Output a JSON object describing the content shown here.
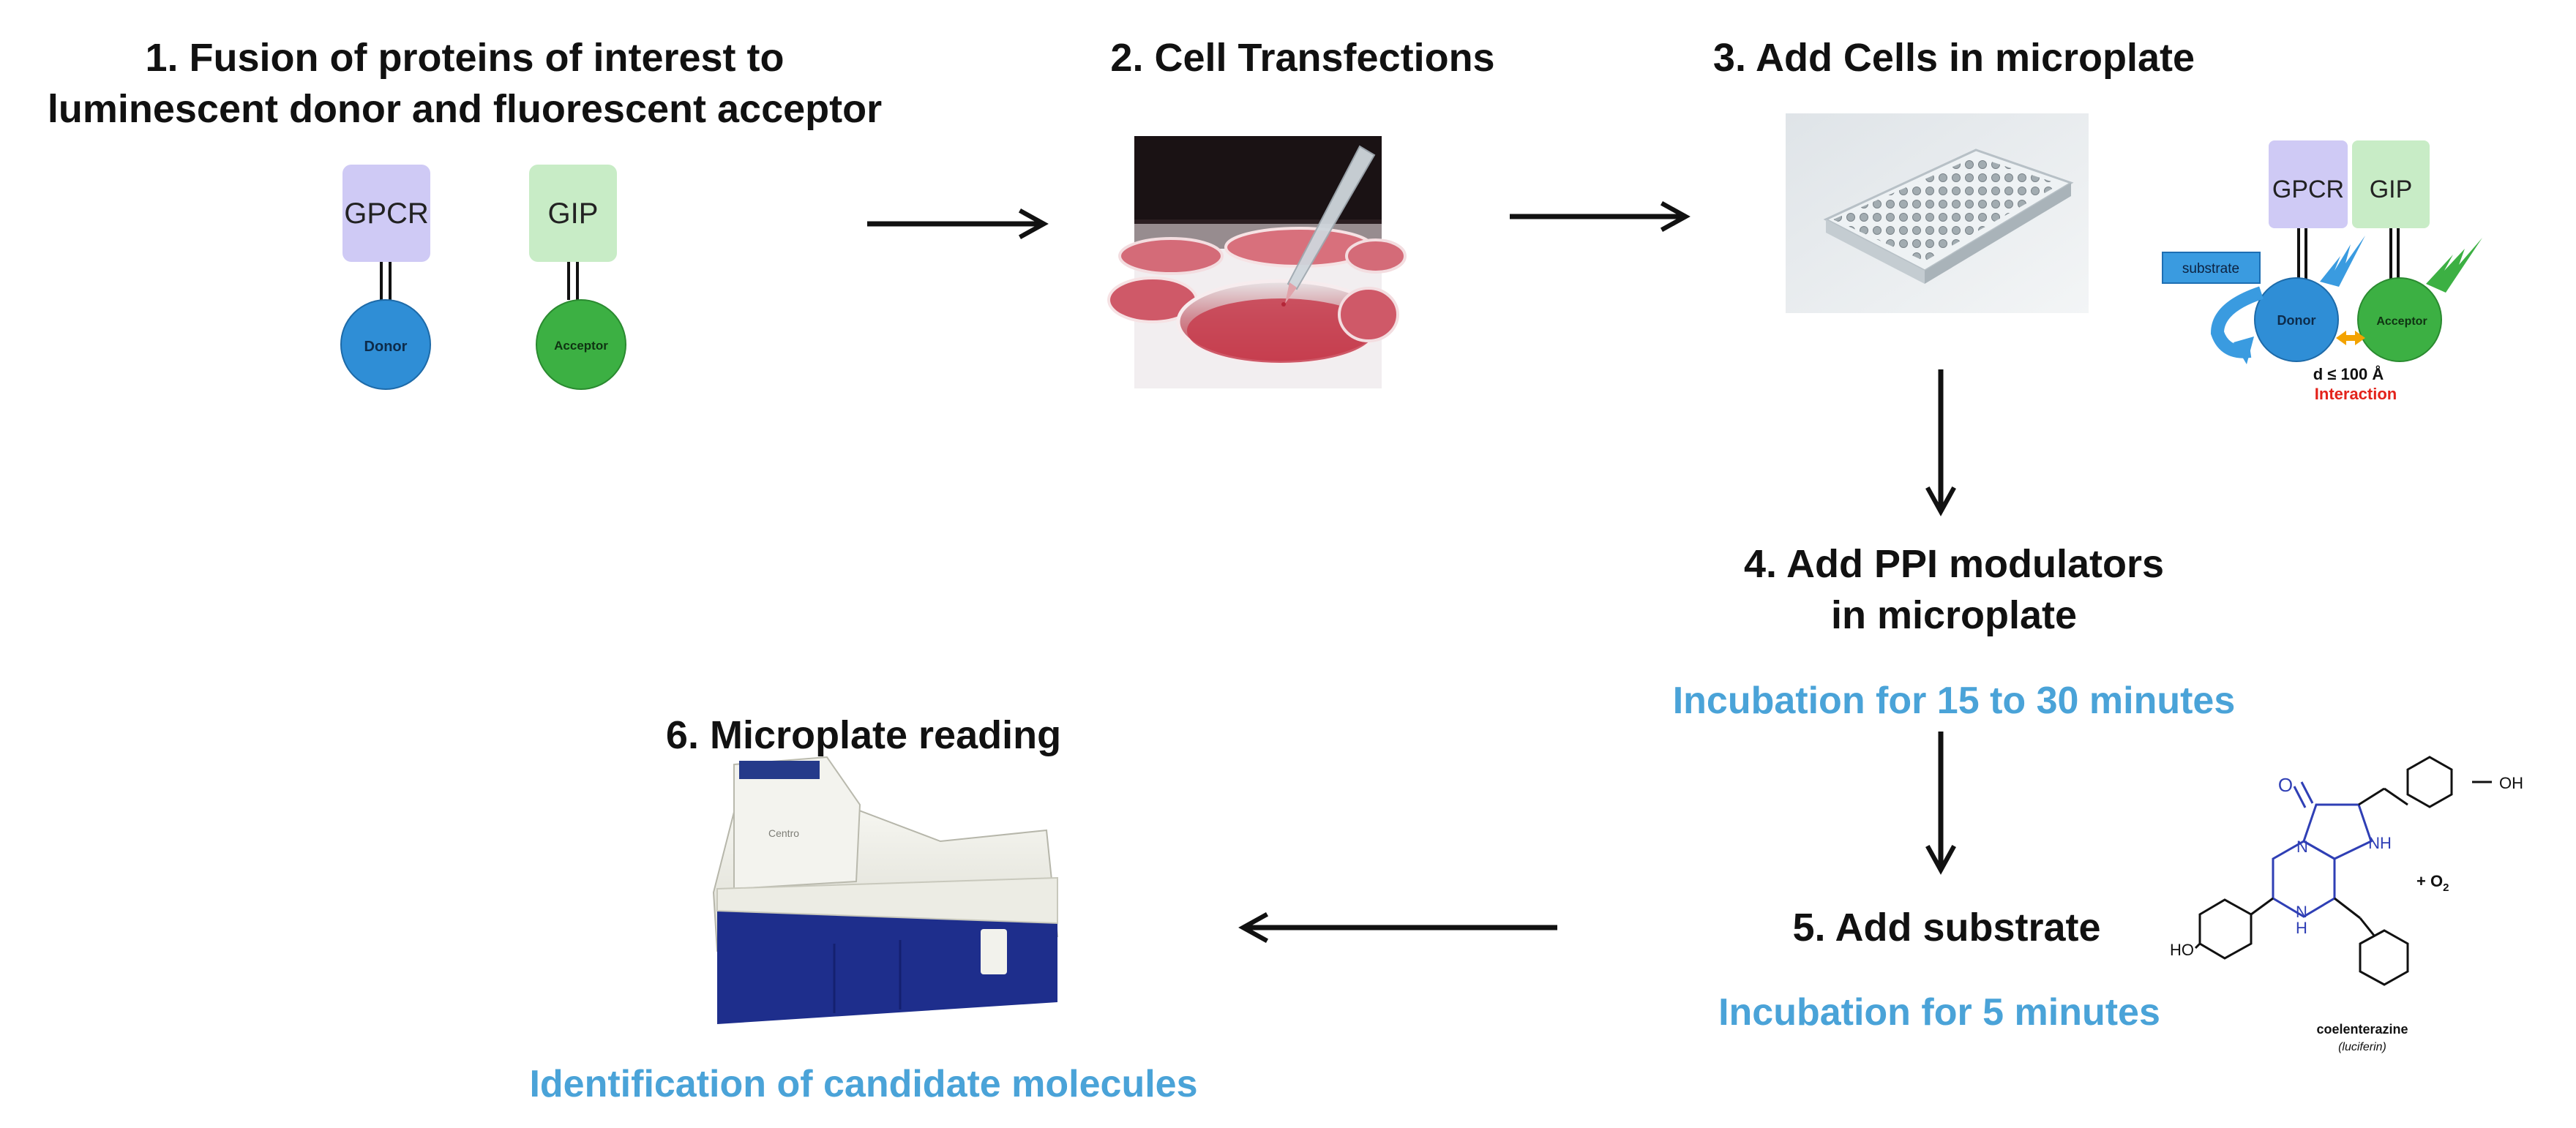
{
  "steps": {
    "s1": {
      "line1": "1. Fusion of proteins of interest to",
      "line2": "luminescent donor and fluorescent acceptor"
    },
    "s2": {
      "label": "2. Cell Transfections"
    },
    "s3": {
      "label": "3. Add Cells in microplate"
    },
    "s4": {
      "line1": "4.  Add PPI modulators",
      "line2": "in microplate",
      "note": "Incubation for 15 to 30 minutes"
    },
    "s5": {
      "label": "5.  Add substrate",
      "note": "Incubation  for 5 minutes"
    },
    "s6": {
      "label": "6.  Microplate reading",
      "note": "Identification of candidate molecules"
    }
  },
  "proteins": {
    "gpcr": "GPCR",
    "gip": "GIP",
    "donor": "Donor",
    "acceptor": "Acceptor"
  },
  "interaction_diagram": {
    "gpcr": "GPCR",
    "gip": "GIP",
    "substrate": "substrate",
    "donor": "Donor",
    "acceptor": "Acceptor",
    "distance": "d ≤ 100 Å",
    "interaction": "Interaction"
  },
  "molecule": {
    "name": "coelenterazine",
    "subtitle": "(luciferin)",
    "oxygen": "+ O",
    "oxygen_sub": "2",
    "oh_top": "OH",
    "ho_left": "HO",
    "nh1": "NH",
    "nh2": "N",
    "nh2_h": "H",
    "n": "N",
    "o": "O"
  },
  "instrument": {
    "brand": "Centro"
  },
  "colors": {
    "gpcr_box": "#cfcaf5",
    "gip_box": "#c8ecc6",
    "donor": "#2f8ed6",
    "acceptor": "#3cb043",
    "note_text": "#4aa3d8",
    "interaction_text": "#e3231b",
    "substrate_box": "#3a9be0",
    "reader_blue": "#1e2e8c"
  }
}
